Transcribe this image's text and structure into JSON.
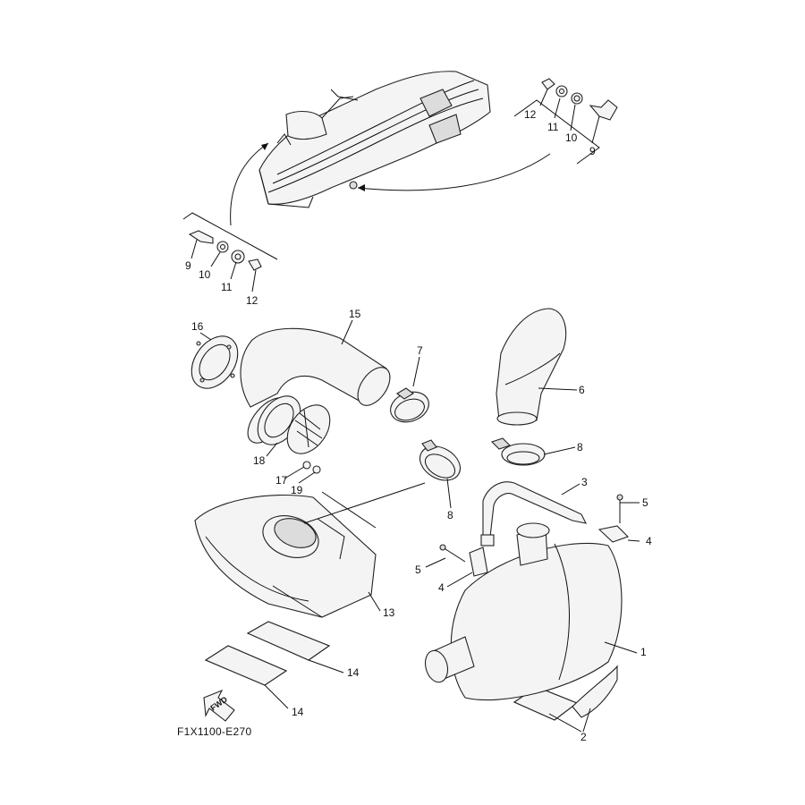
{
  "diagram_code": "F1X1100-E270",
  "fwd_label": "FWD",
  "callouts": {
    "c1": "1",
    "c2": "2",
    "c3": "3",
    "c4a": "4",
    "c4b": "4",
    "c5a": "5",
    "c5b": "5",
    "c6": "6",
    "c7": "7",
    "c8a": "8",
    "c8b": "8",
    "c9a": "9",
    "c9b": "9",
    "c10a": "10",
    "c10b": "10",
    "c11a": "11",
    "c11b": "11",
    "c12a": "12",
    "c12b": "12",
    "c13": "13",
    "c14a": "14",
    "c14b": "14",
    "c15": "15",
    "c16": "16",
    "c17": "17",
    "c18": "18",
    "c19": "19"
  }
}
